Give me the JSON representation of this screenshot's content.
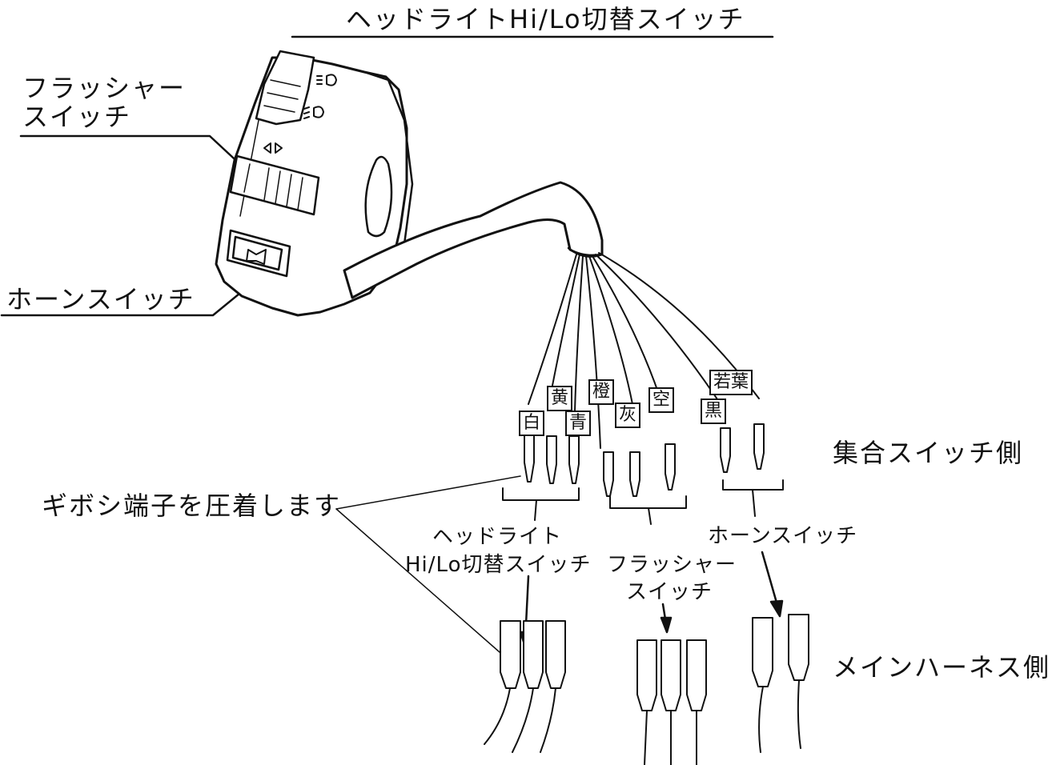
{
  "labels": {
    "headlight_switch": "ヘッドライトHi/Lo切替スイッチ",
    "flasher_switch_line1": "フラッシャー",
    "flasher_switch_line2": "スイッチ",
    "horn_switch": "ホーンスイッチ",
    "combination_switch_side": "集合スイッチ側",
    "crimp_terminals": "ギボシ端子を圧着します",
    "group_headlight_line1": "ヘッドライト",
    "group_headlight_line2": "Hi/Lo切替スイッチ",
    "group_flasher_line1": "フラッシャー",
    "group_flasher_line2": "スイッチ",
    "group_horn": "ホーンスイッチ",
    "main_harness_side": "メインハーネス側"
  },
  "wire_colors": {
    "white": "白",
    "yellow": "黄",
    "blue": "青",
    "orange": "橙",
    "gray": "灰",
    "sky": "空",
    "black": "黒",
    "light_green": "若葉"
  },
  "icons": [
    "headlight-high-icon",
    "headlight-low-icon",
    "turn-arrows-icon",
    "horn-icon"
  ]
}
